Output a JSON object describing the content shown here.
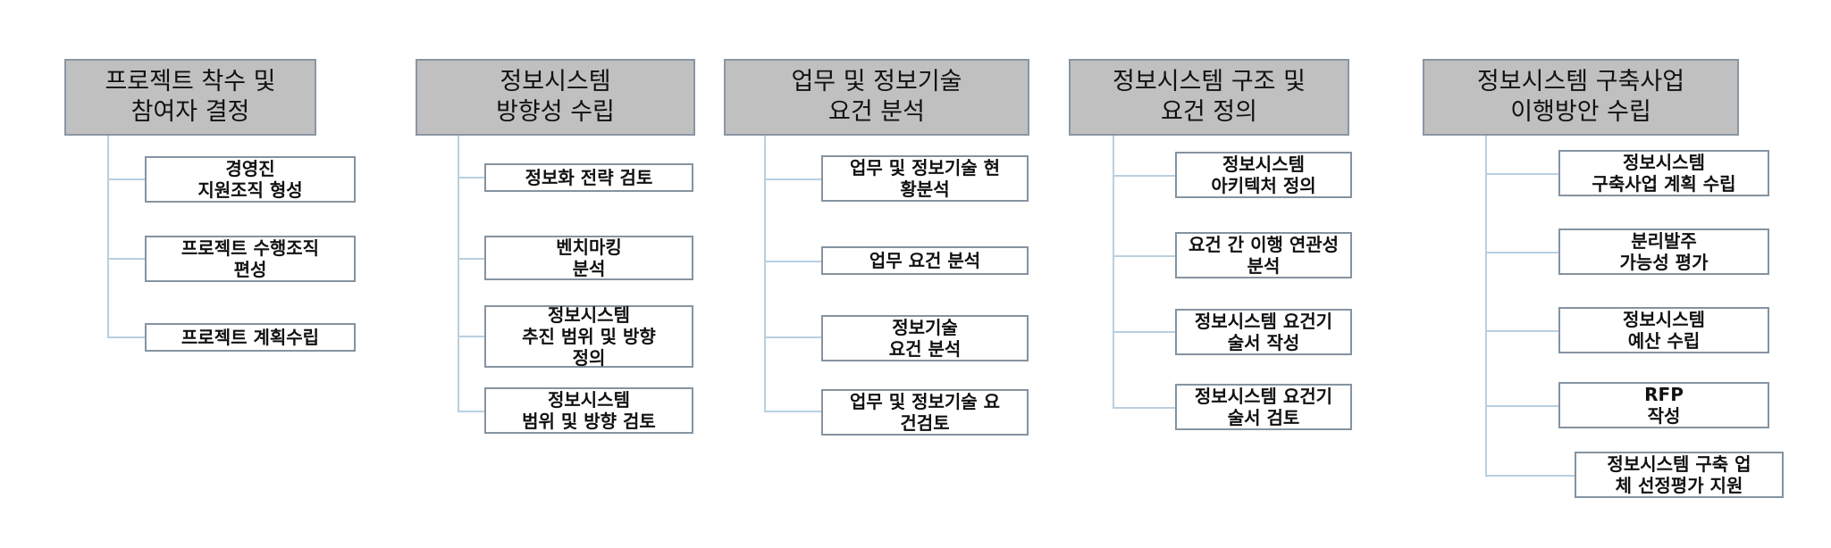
{
  "colors": {
    "header_fill": "#c0c0c0",
    "box_border": "#8593a0",
    "connector": "#b9cfe0"
  },
  "columns": [
    {
      "title": "프로젝트 착수 및\n참여자 결정",
      "items": [
        "경영진\n지원조직 형성",
        "프로젝트 수행조직\n편성",
        "프로젝트 계획수립"
      ]
    },
    {
      "title": "정보시스템\n방향성 수립",
      "items": [
        "정보화 전략 검토",
        "벤치마킹\n분석",
        "정보시스템\n추진 범위 및 방향\n정의",
        "정보시스템\n범위 및 방향 검토"
      ]
    },
    {
      "title": "업무 및 정보기술\n요건 분석",
      "items": [
        "업무 및 정보기술 현\n황분석",
        "업무 요건 분석",
        "정보기술\n요건 분석",
        "업무 및 정보기술 요\n건검토"
      ]
    },
    {
      "title": "정보시스템 구조 및\n요건 정의",
      "items": [
        "정보시스템\n아키텍처 정의",
        "요건 간 이행 연관성\n분석",
        "정보시스템 요건기\n술서 작성",
        "정보시스템 요건기\n술서 검토"
      ]
    },
    {
      "title": "정보시스템 구축사업\n이행방안 수립",
      "items": [
        "정보시스템\n구축사업 계획 수립",
        "분리발주\n가능성 평가",
        "정보시스템\n예산 수립",
        "RFP\n작성",
        "정보시스템 구축 업\n체 선정평가 지원"
      ]
    }
  ]
}
